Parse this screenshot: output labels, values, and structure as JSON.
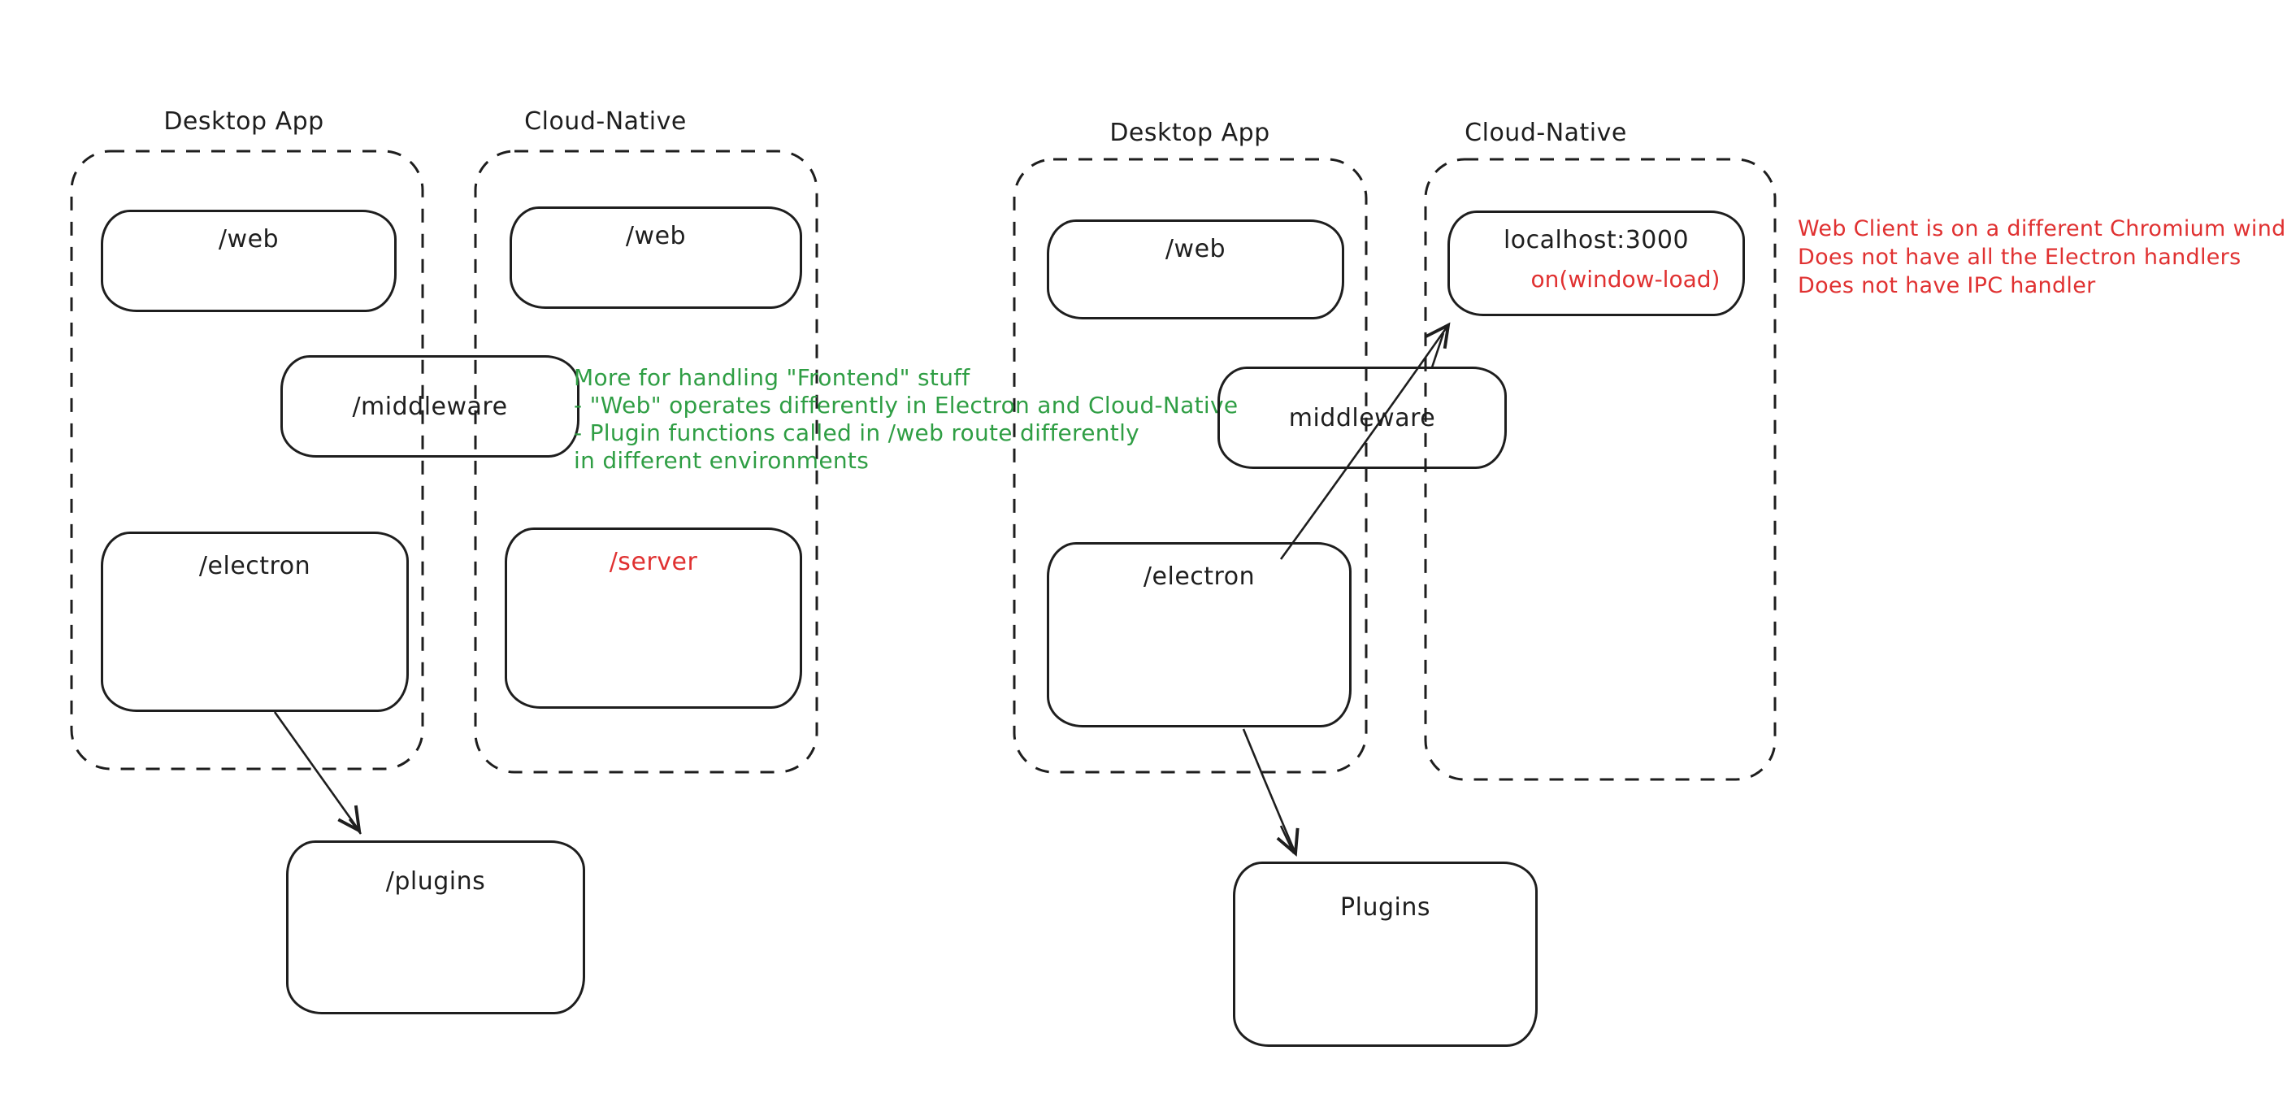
{
  "canvas": {
    "background": "#ffffff",
    "stroke_color": "#1e1e1e",
    "red_accent": "#e03131",
    "green_accent": "#2f9e44"
  },
  "left": {
    "desktop_label": "Desktop App",
    "cloud_label": "Cloud-Native",
    "boxes": {
      "web_desktop": "/web",
      "web_cloud": "/web",
      "middleware": "/middleware",
      "electron": "/electron",
      "server": "/server",
      "plugins": "/plugins"
    },
    "annotation": {
      "color": "#2f9e44",
      "lines": [
        "More for handling \"Frontend\" stuff",
        "- \"Web\" operates differently in Electron and Cloud-Native",
        "- Plugin functions called in /web route differently",
        "in different environments"
      ]
    },
    "edges": [
      "electron -> plugins"
    ]
  },
  "right": {
    "desktop_label": "Desktop App",
    "cloud_label": "Cloud-Native",
    "boxes": {
      "web": "/web",
      "localhost_title": "localhost:3000",
      "localhost_event": "on(window-load)",
      "middleware": "middleware",
      "electron": "/electron",
      "plugins": "Plugins"
    },
    "annotation": {
      "color": "#e03131",
      "lines": [
        "Web Client is on a different Chromium window",
        "Does not have all the Electron handlers",
        "Does not have IPC handler"
      ]
    },
    "edges": [
      "electron -> localhost:3000",
      "electron -> plugins"
    ]
  }
}
